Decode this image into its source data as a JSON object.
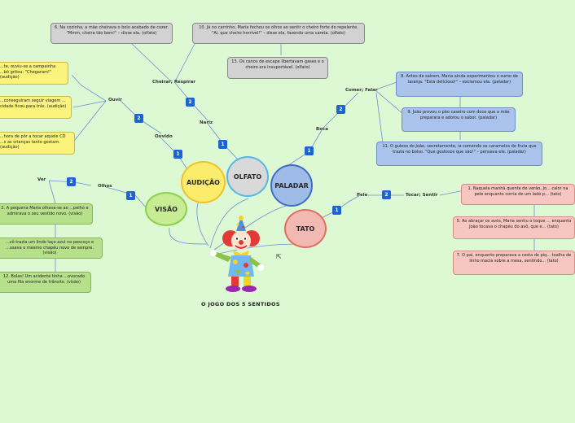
{
  "title": "O JOGO DOS 5 SENTIDOS",
  "circles": {
    "visao": "VISÃO",
    "audicao": "AUDIÇÃO",
    "olfato": "OLFATO",
    "paladar": "PALADAR",
    "tato": "TATO"
  },
  "branch_labels": {
    "olhos": "Olhos",
    "ver": "Ver",
    "ouvido": "Ouvido",
    "ouvir": "Ouvir",
    "nariz": "Nariz",
    "cheirar": "Cheirar; Respirar",
    "boca": "Boca",
    "comer": "Comer; Falar",
    "pele": "Pele",
    "tocar": "Tocar; Sentir"
  },
  "badges": {
    "visao_1": "1",
    "visao_2": "2",
    "audicao_1": "1",
    "audicao_2": "2",
    "olfato_1": "1",
    "olfato_2": "2",
    "paladar_1": "1",
    "paladar_2": "2",
    "tato_1": "1",
    "tato_2": "2"
  },
  "nodes": {
    "audicao_a": "...te, ouviu-se a campainha ...bô gritou: \"Chegaram!\" (audição)",
    "audicao_b": "...conseguiram seguir viagem ... cidade ficou para trás. (audição)",
    "audicao_c": "...hora de pôr a tocar aquele CD ...s as crianças tanto gostam. (audição)",
    "visao_a": "2. A pequena Maria olhava-se ao ...pelho e admirava o seu vestido novo. (visão)",
    "visao_b": "...vô trazia um lindo laço azul no pescoço e ...usava o mesmo chapéu novo de sempre. (visão)",
    "visao_c": "12. Bolas! Um acidente tinha ...ovocado uma fila enorme de trânsito. (visão)",
    "olfato_a": "6. Na cozinha, a mãe cheirava o bolo acabado de cozer. \"Mmm, cheira tão bem!\" – disse ela. (olfato)",
    "olfato_b": "10. Já no carrinho, Maria fechou os olhos ao sentir o cheiro forte do repelente. \"Ai, que cheiro horrível!\" – disse ela, fazendo uma careta. (olfato)",
    "olfato_c": "13. Os canos de escape libertavam gases e o cheiro era insuportável. (olfato)",
    "paladar_a": "8. Antes de saírem, Maria ainda experimentou o sumo de laranja. \"Está delicioso!\" – exclamou ela. (paladar)",
    "paladar_b": "9. João provou o pão caseiro com doce que a mãe preparara e adorou o sabor. (paladar)",
    "paladar_c": "11. O guloso do João, secretamente, ia comendo os caramelos de fruta que trazia no bolso. \"Que gostosos que são!\" – pensava ele. (paladar)",
    "tato_a": "1. Naquela manhã quente de verão, Jo... calor na pele enquanto corria de um lado p... (tato)",
    "tato_b": "5. Ao abraçar os avós, Maria sentiu o toque ... enquanto João tocava o chapéu do avô, que e... (tato)",
    "tato_c": "7. O pai, enquanto preparava a cesta de piq... toalha de linho macia sobre a mesa, sentindo... (tato)"
  },
  "colors": {
    "background": "#dcf9d3",
    "visao": "#c7ec93",
    "audicao": "#fbec6b",
    "olfato": "#d9d9d9",
    "paladar": "#9fbbe7",
    "tato": "#f2b9b3",
    "badge": "#1c64cf"
  },
  "icons": {
    "clown": "clown-image",
    "external": "external-link-icon"
  }
}
